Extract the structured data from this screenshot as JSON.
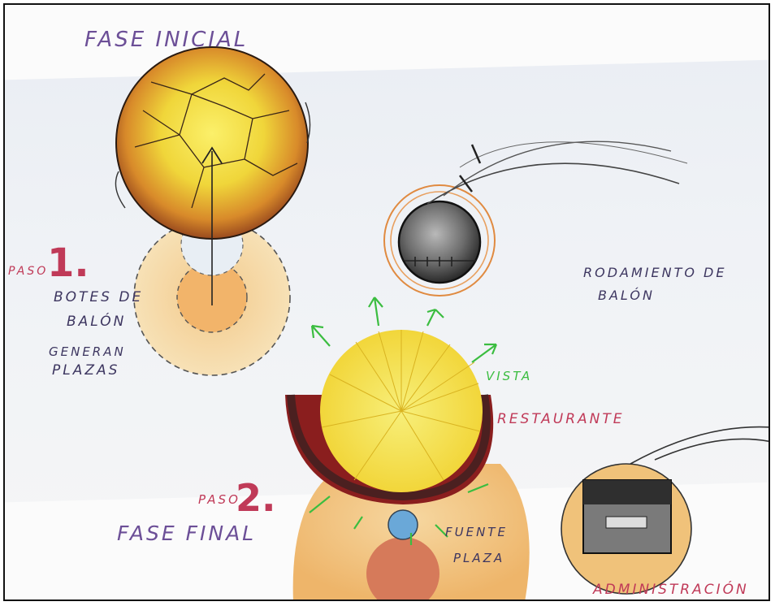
{
  "labels": {
    "fase_inicial": "FASE INICIAL",
    "paso": "PASO",
    "paso_1_number": "1.",
    "botes_line1": "BOTES DE",
    "botes_line2": "BALÓN",
    "generan_line1": "GENERAN",
    "generan_line2": "PLAZAS",
    "rodamiento_line1": "RODAMIENTO DE",
    "rodamiento_line2": "BALÓN",
    "vista": "VISTA",
    "restaurante": "RESTAURANTE",
    "paso_2": "PASO",
    "paso_2_number": "2.",
    "fase_final": "FASE FINAL",
    "fuente": "FUENTE",
    "plaza": "PLAZA",
    "administracion": "ADMINISTRACIÓN"
  },
  "colors": {
    "ink_purple": "#6c4f97",
    "ink_red": "#c03a58",
    "ink_green": "#3bbd40",
    "ball_yellow": "#f3e23a",
    "ball_brown": "#8a2a1a",
    "plaza_orange": "#f0c27a",
    "restaurant_red": "#9e1d1d"
  }
}
